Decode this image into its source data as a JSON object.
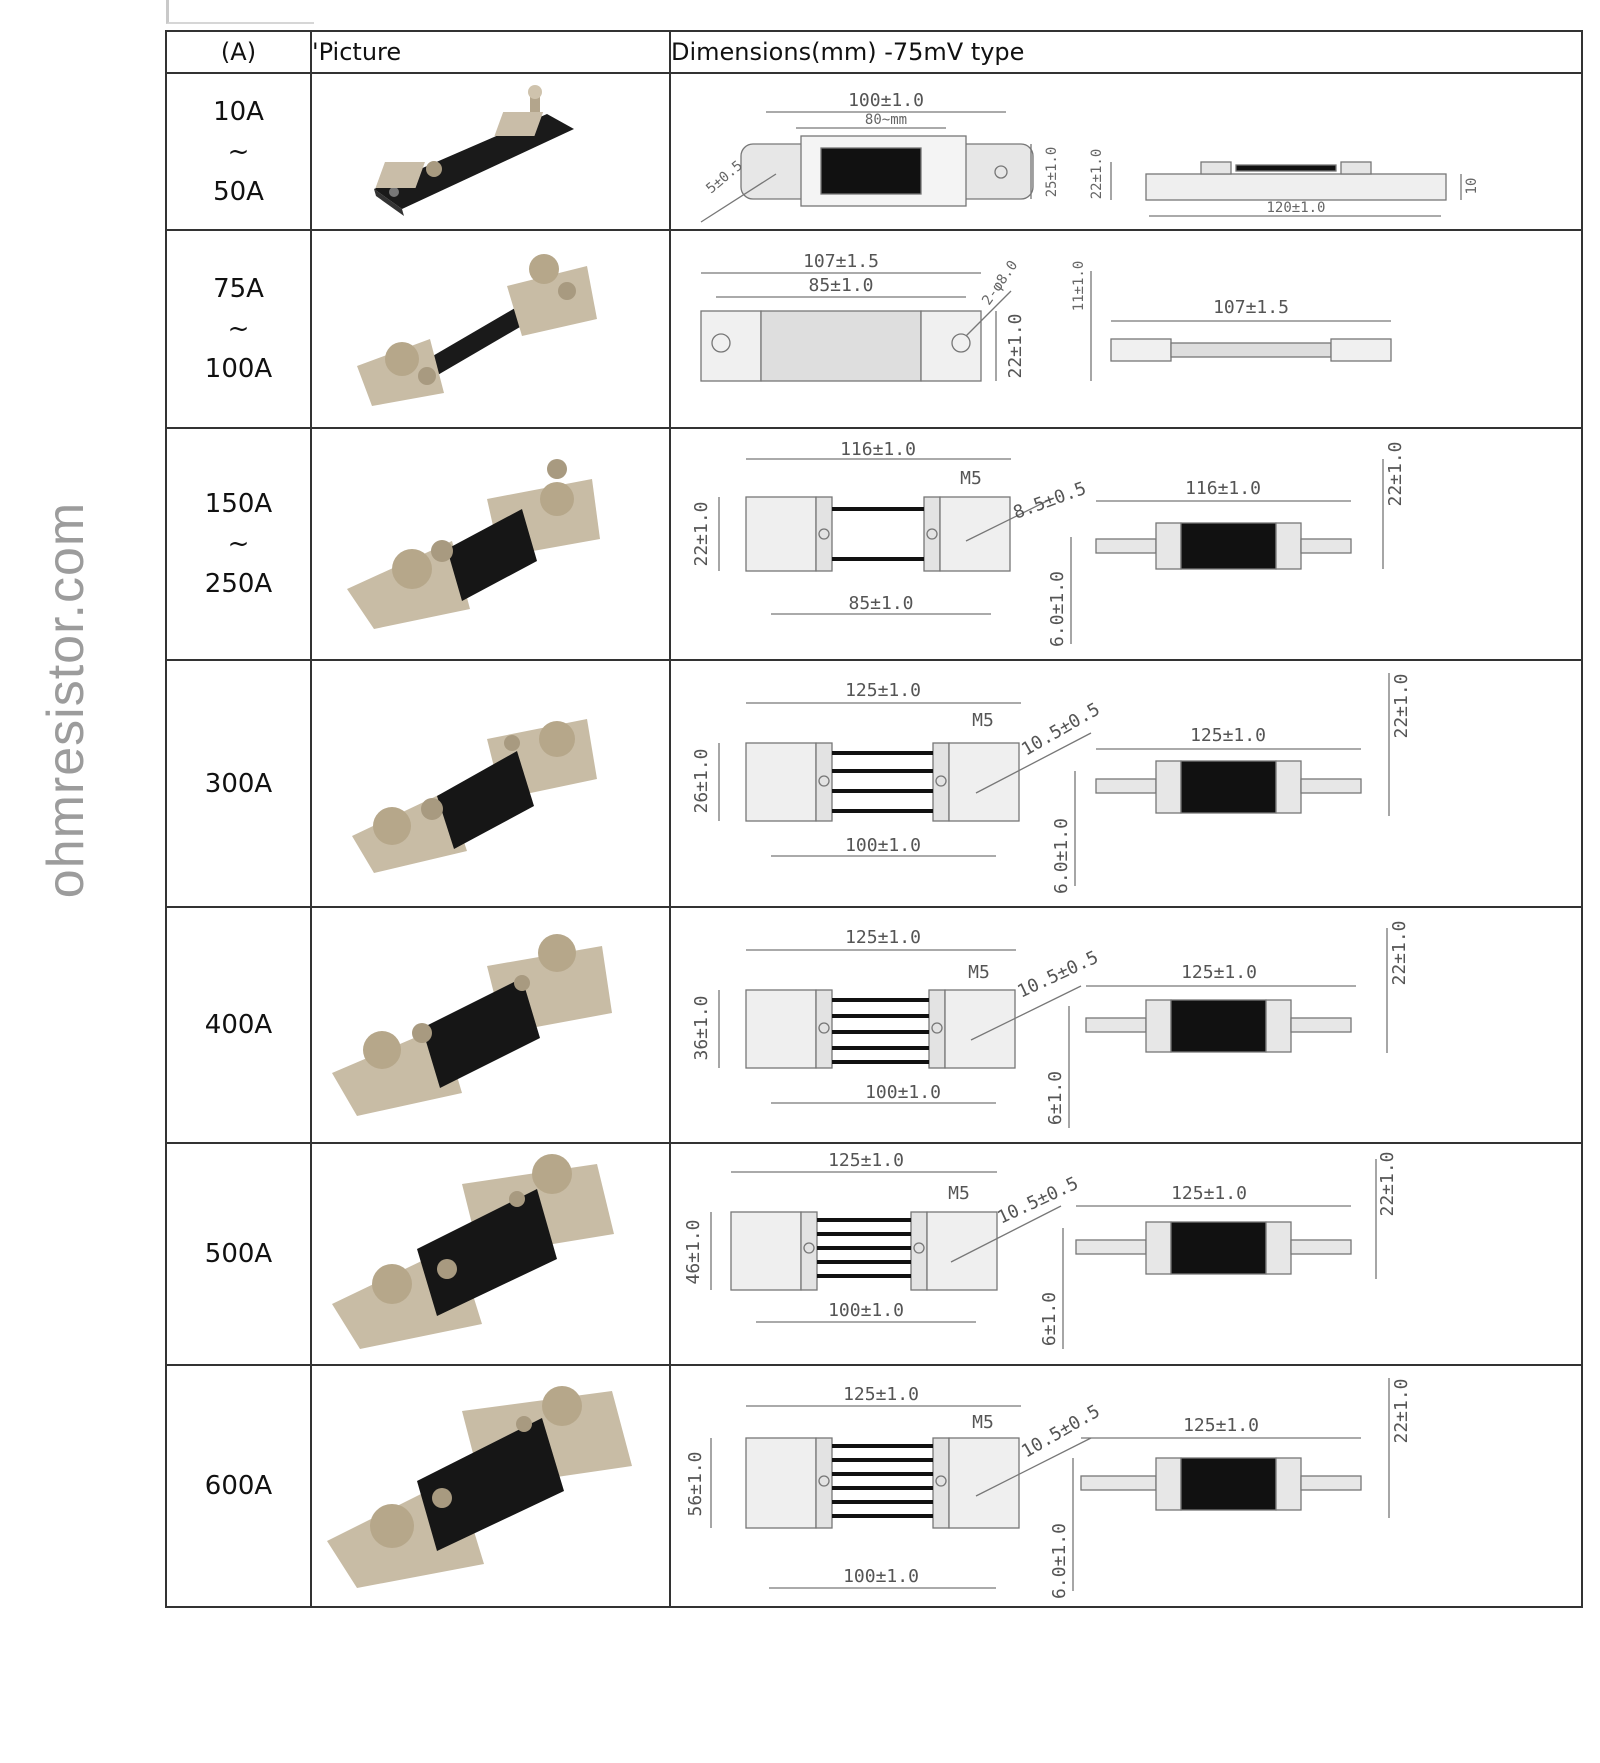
{
  "watermark": "ohmresistor.com",
  "table": {
    "headers": {
      "current": "(A)",
      "picture": "'Picture",
      "dimensions": "Dimensions(mm) -75mV type"
    }
  },
  "rows": [
    {
      "current": [
        "10A",
        "~",
        "50A"
      ],
      "dims": {
        "top_a": "100±1.0",
        "top_b": "80~mm",
        "hole": "5±0.5",
        "height": "25±1.0",
        "side_height": "22±1.0",
        "side_len": "120±1.0",
        "thick": "10"
      }
    },
    {
      "current": [
        "75A",
        "~",
        "100A"
      ],
      "dims": {
        "top_a": "107±1.5",
        "top_b": "85±1.0",
        "hole": "2-φ8.0",
        "height": "22±1.0",
        "side_height": "11±1.0",
        "side_len": "107±1.5"
      }
    },
    {
      "current": [
        "150A",
        "~",
        "250A"
      ],
      "dims": {
        "top_a": "116±1.0",
        "bottom": "85±1.0",
        "screw": "M5",
        "hole": "8.5±0.5",
        "height": "22±1.0",
        "side_len": "116±1.0",
        "side_height": "22±1.0",
        "thick": "6.0±1.0"
      }
    },
    {
      "current": [
        "300A"
      ],
      "dims": {
        "top_a": "125±1.0",
        "bottom": "100±1.0",
        "screw": "M5",
        "hole": "10.5±0.5",
        "height": "26±1.0",
        "side_len": "125±1.0",
        "side_height": "22±1.0",
        "thick": "6.0±1.0"
      }
    },
    {
      "current": [
        "400A"
      ],
      "dims": {
        "top_a": "125±1.0",
        "bottom": "100±1.0",
        "screw": "M5",
        "hole": "10.5±0.5",
        "height": "36±1.0",
        "side_len": "125±1.0",
        "side_height": "22±1.0",
        "thick": "6±1.0"
      }
    },
    {
      "current": [
        "500A"
      ],
      "dims": {
        "top_a": "125±1.0",
        "bottom": "100±1.0",
        "screw": "M5",
        "hole": "10.5±0.5",
        "height": "46±1.0",
        "side_len": "125±1.0",
        "side_height": "22±1.0",
        "thick": "6±1.0"
      }
    },
    {
      "current": [
        "600A"
      ],
      "dims": {
        "top_a": "125±1.0",
        "bottom": "100±1.0",
        "screw": "M5",
        "hole": "10.5±0.5",
        "height": "56±1.0",
        "side_len": "125±1.0",
        "side_height": "22±1.0",
        "thick": "6.0±1.0"
      }
    }
  ]
}
